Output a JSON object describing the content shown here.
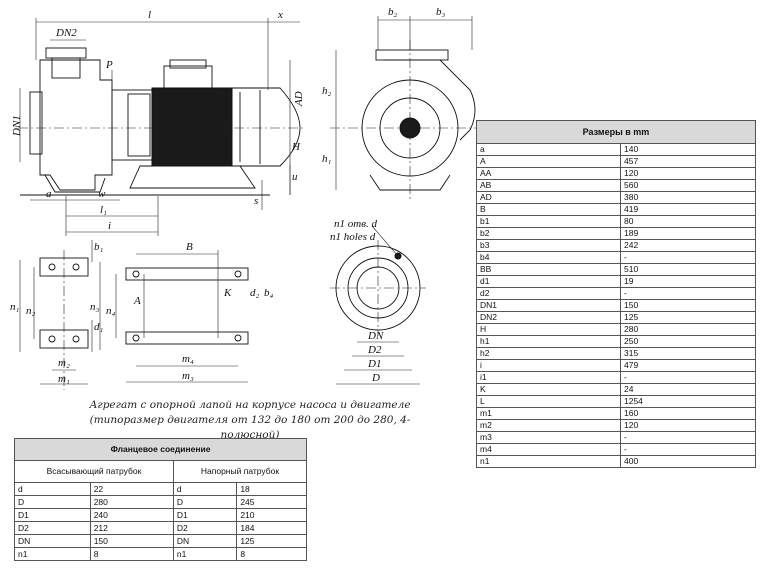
{
  "drawing_labels": {
    "l": "l",
    "x": "x",
    "dn2": "DN2",
    "dn1": "DN1",
    "p": "P",
    "ad": "AD",
    "h": "H",
    "u": "u",
    "s": "s",
    "a": "a",
    "w": "w",
    "l1": "l₁",
    "i": "i",
    "b2": "b₂",
    "b3": "b₃",
    "h2": "h₂",
    "h1": "h₁",
    "b1": "b₁",
    "n1": "n₁",
    "n2": "n₂",
    "d1": "d₁",
    "m2": "m₂",
    "m1": "m₁",
    "B": "B",
    "n3": "n₃",
    "n4": "n₄",
    "A": "A",
    "K": "K",
    "d2": "d₂",
    "b4": "b₄",
    "m4": "m₄",
    "m3": "m₃",
    "holes_ru": "n1 отв. d",
    "holes_en": "n1 holes d",
    "DN": "DN",
    "D2": "D2",
    "D1": "D1",
    "D": "D"
  },
  "caption": {
    "line1": "Агрегат с опорной лапой на корпусе насоса и двигателе",
    "line2": "(типоразмер двигателя от 132 до 180 от 200 до 280, 4-полюсной)"
  },
  "sizes_table": {
    "title": "Размеры в mm",
    "rows": [
      [
        "a",
        "140"
      ],
      [
        "A",
        "457"
      ],
      [
        "AA",
        "120"
      ],
      [
        "AB",
        "560"
      ],
      [
        "AD",
        "380"
      ],
      [
        "B",
        "419"
      ],
      [
        "b1",
        "80"
      ],
      [
        "b2",
        "189"
      ],
      [
        "b3",
        "242"
      ],
      [
        "b4",
        "-"
      ],
      [
        "BB",
        "510"
      ],
      [
        "d1",
        "19"
      ],
      [
        "d2",
        "-"
      ],
      [
        "DN1",
        "150"
      ],
      [
        "DN2",
        "125"
      ],
      [
        "H",
        "280"
      ],
      [
        "h1",
        "250"
      ],
      [
        "h2",
        "315"
      ],
      [
        "i",
        "479"
      ],
      [
        "i1",
        "-"
      ],
      [
        "K",
        "24"
      ],
      [
        "L",
        "1254"
      ],
      [
        "m1",
        "160"
      ],
      [
        "m2",
        "120"
      ],
      [
        "m3",
        "-"
      ],
      [
        "m4",
        "-"
      ],
      [
        "n1",
        "400"
      ]
    ]
  },
  "flange_table": {
    "title": "Фланцевое соединение",
    "suction": "Всасывающий патрубок",
    "discharge": "Напорный патрубок",
    "rows": [
      [
        "d",
        "22",
        "d",
        "18"
      ],
      [
        "D",
        "280",
        "D",
        "245"
      ],
      [
        "D1",
        "240",
        "D1",
        "210"
      ],
      [
        "D2",
        "212",
        "D2",
        "184"
      ],
      [
        "DN",
        "150",
        "DN",
        "125"
      ],
      [
        "n1",
        "8",
        "n1",
        "8"
      ]
    ]
  }
}
